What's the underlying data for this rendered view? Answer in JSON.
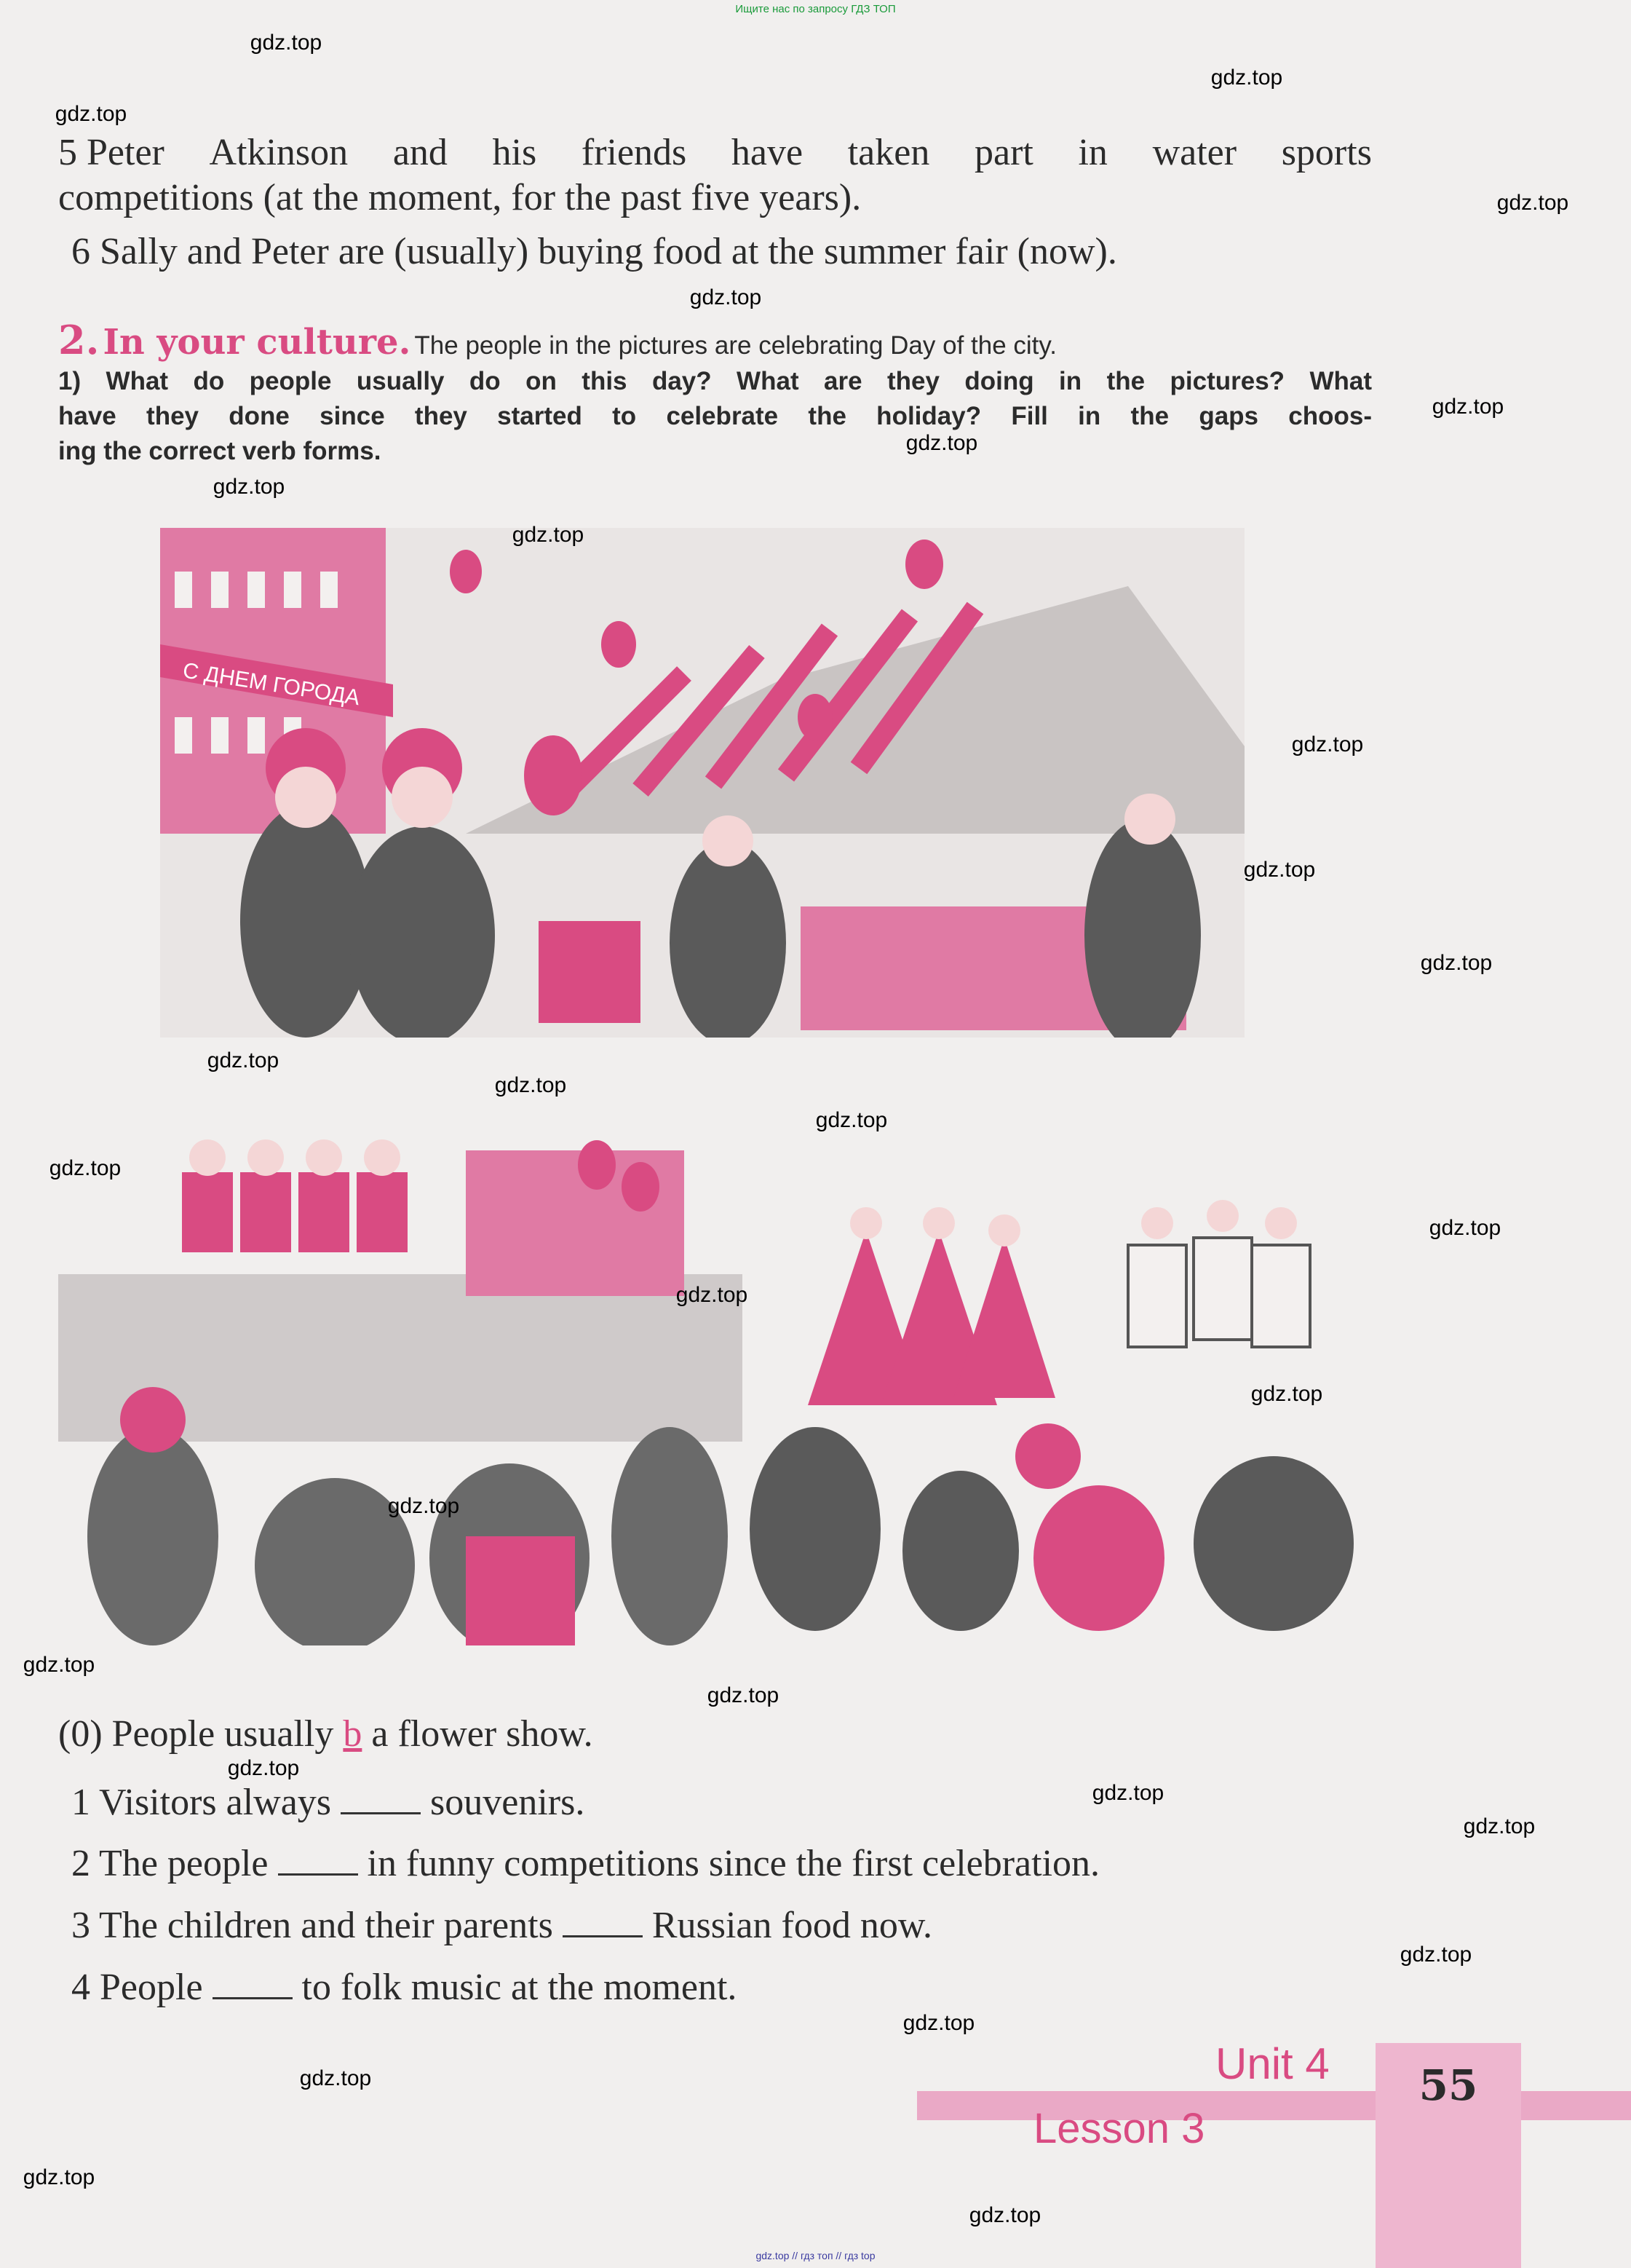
{
  "top_banner": "Ищите нас по запросу ГДЗ ТОП",
  "watermark": "gdz.top",
  "exercise1": {
    "item5_line1_words": [
      "5 Peter",
      "Atkinson",
      "and",
      "his",
      "friends",
      "have",
      "taken",
      "part",
      "in",
      "water",
      "sports"
    ],
    "item5_line2": "competitions (at the moment, for the past five years).",
    "item6": "6 Sally and Peter are (usually) buying food at the summer fair (now)."
  },
  "exercise2": {
    "number": "2.",
    "title": "In your culture.",
    "intro": "The people in the pictures are celebrating Day of the city.",
    "instruction_lines": [
      "1) What do people usually do on this day? What are they doing in the pictures? What",
      "have they done since they started to celebrate the holiday? Fill in the gaps choos-",
      "ing the correct verb forms."
    ],
    "banner_text": "С ДНЕМ ГОРОДА",
    "sentences": [
      {
        "before": "(0) People usually ",
        "answer": "b",
        "after": " a flower show."
      },
      {
        "before": "1 Visitors always ",
        "after": " souvenirs."
      },
      {
        "before": "2 The people ",
        "after": " in funny competitions since the first celebration."
      },
      {
        "before": "3 The children and their parents ",
        "after": " Russian food now."
      },
      {
        "before": "4 People ",
        "after": " to folk music at the moment."
      }
    ]
  },
  "footer": {
    "unit": "Unit 4",
    "lesson": "Lesson 3",
    "page": "55",
    "bottom_text": "gdz.top // гдз топ // гдз top"
  },
  "colors": {
    "accent": "#d94b82",
    "pink_band": "#eaa9c6"
  }
}
